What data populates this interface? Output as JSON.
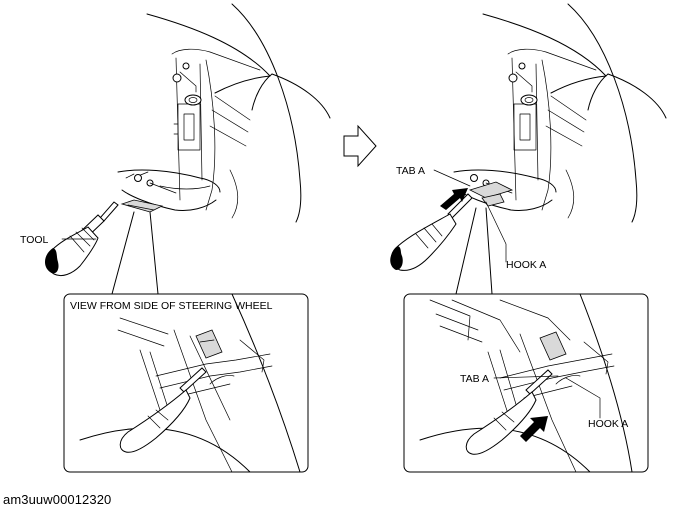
{
  "labels": {
    "tool": "TOOL",
    "view_note": "VIEW FROM SIDE OF STEERING WHEEL",
    "tab_a_top": "TAB A",
    "hook_a_top": "HOOK A",
    "tab_a_detail": "TAB A",
    "hook_a_detail": "HOOK A"
  },
  "caption": "am3uuw00012320"
}
